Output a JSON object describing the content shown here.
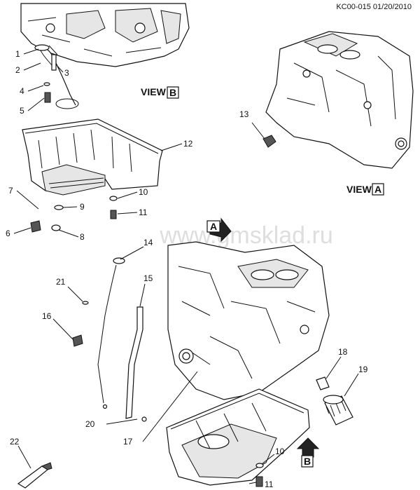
{
  "header": {
    "code": "KC00-015 01/20/2010"
  },
  "watermark": "www.gmsklad.ru",
  "views": {
    "view_b_word": "VIEW",
    "view_b_letter": "B",
    "view_a_word": "VIEW",
    "view_a_letter": "A",
    "arrow_a_letter": "A",
    "arrow_b_letter": "B"
  },
  "callouts": {
    "c1": "1",
    "c2": "2",
    "c3": "3",
    "c4": "4",
    "c5": "5",
    "c6": "6",
    "c7": "7",
    "c8": "8",
    "c9": "9",
    "c10a": "10",
    "c10b": "10",
    "c11a": "11",
    "c11b": "11",
    "c12": "12",
    "c13": "13",
    "c14": "14",
    "c15": "15",
    "c16": "16",
    "c17": "17",
    "c18": "18",
    "c19": "19",
    "c20": "20",
    "c21": "21",
    "c22": "22"
  }
}
